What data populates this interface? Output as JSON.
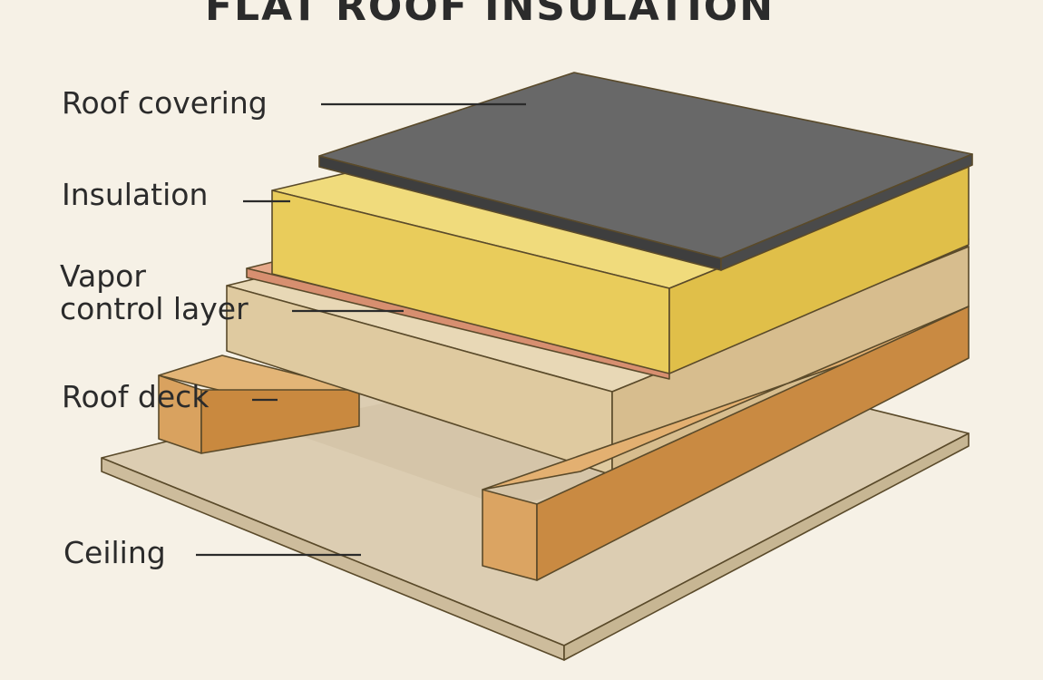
{
  "title": "FLAT ROOF INSULATION",
  "labels": {
    "roof_covering": "Roof covering",
    "insulation": "Insulation",
    "vapor_line1": "Vapor",
    "vapor_line2": "control layer",
    "roof_deck": "Roof deck",
    "ceiling": "Ceiling"
  },
  "colors": {
    "background": "#f6f1e6",
    "roof_covering": "#666666",
    "insulation": "#e8cf63",
    "vapor_control_layer": "#e6a98a",
    "roof_deck": "#e2ceA6",
    "joist": "#d9a05e",
    "ceiling": "#dcccb0"
  }
}
